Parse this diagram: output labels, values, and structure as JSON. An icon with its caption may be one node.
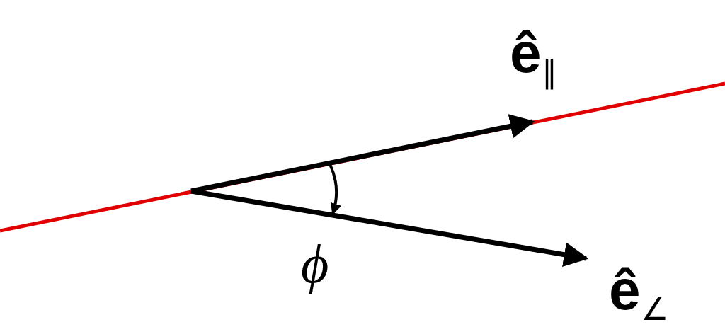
{
  "diagram": {
    "labels": [
      "ê$_{∥}$",
      "ϕ",
      "ê$_{∠}$"
    ]
  }
}
